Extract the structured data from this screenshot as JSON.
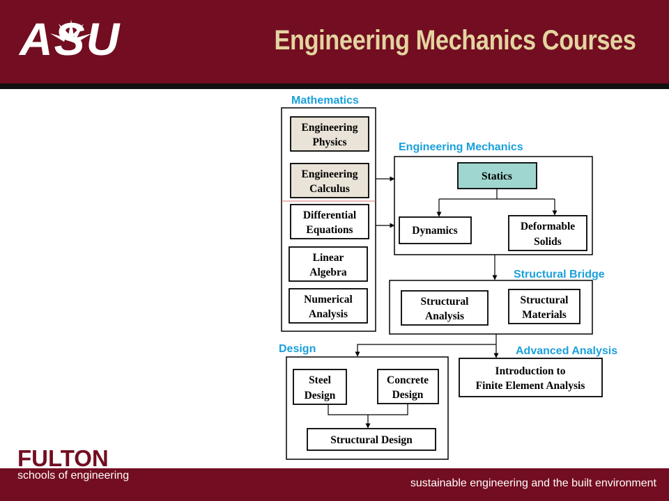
{
  "header": {
    "logo_text": "ASU",
    "title": "Engineering Mechanics Courses"
  },
  "footer": {
    "school_name": "FULTON",
    "school_subtitle": "schools of engineering",
    "tagline": "sustainable engineering and the built environment"
  },
  "diagram": {
    "sections": {
      "mathematics": "Mathematics",
      "engineering_mechanics": "Engineering Mechanics",
      "structural_bridge": "Structural Bridge",
      "design": "Design",
      "advanced_analysis": "Advanced Analysis"
    },
    "courses": {
      "engineering_physics": [
        "Engineering",
        "Physics"
      ],
      "engineering_calculus": [
        "Engineering",
        "Calculus"
      ],
      "differential_equations": [
        "Differential",
        "Equations"
      ],
      "linear_algebra": [
        "Linear",
        "Algebra"
      ],
      "numerical_analysis": [
        "Numerical",
        "Analysis"
      ],
      "statics": [
        "Statics"
      ],
      "dynamics": [
        "Dynamics"
      ],
      "deformable_solids": [
        "Deformable",
        "Solids"
      ],
      "structural_analysis": [
        "Structural",
        "Analysis"
      ],
      "structural_materials": [
        "Structural",
        "Materials"
      ],
      "steel_design": [
        "Steel",
        "Design"
      ],
      "concrete_design": [
        "Concrete",
        "Design"
      ],
      "structural_design": [
        "Structural Design"
      ],
      "intro_fea": [
        "Introduction to",
        "Finite Element Analysis"
      ]
    },
    "colors": {
      "section_label": "#1aa0dc",
      "prerequisite_shade": "#e9e3d8",
      "statics_fill": "#9fd6cf",
      "brand_maroon": "#730d21",
      "title_gold": "#e3d4a0"
    }
  }
}
